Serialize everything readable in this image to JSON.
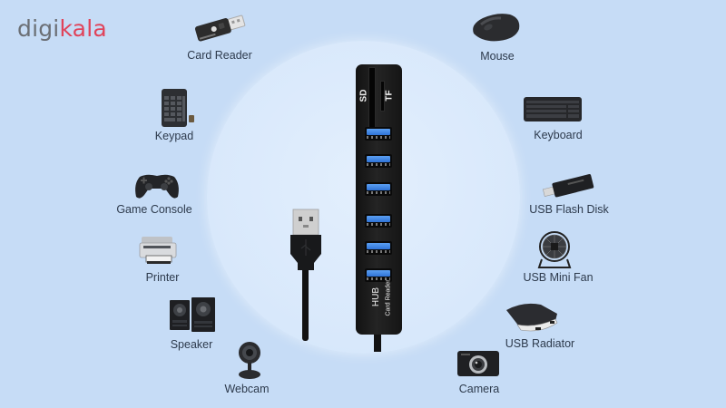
{
  "brand": {
    "logo_part1": "digi",
    "logo_part2": "kala",
    "colors": {
      "gray": "#6b6f75",
      "red": "#e0435a"
    }
  },
  "background": {
    "base": "#c6dcf6",
    "circle": "#dcebfc"
  },
  "product": {
    "name": "USB Hub with Card Reader",
    "slot_labels": [
      "SD",
      "TF"
    ],
    "body_text": [
      "HUB",
      "Card Reader"
    ],
    "usb_ports": 6,
    "port_color": "#3f86e6"
  },
  "devices_left": [
    {
      "label": "Card Reader",
      "icon": "card-reader-icon"
    },
    {
      "label": "Keypad",
      "icon": "keypad-icon"
    },
    {
      "label": "Game Console",
      "icon": "gamepad-icon"
    },
    {
      "label": "Printer",
      "icon": "printer-icon"
    },
    {
      "label": "Speaker",
      "icon": "speaker-icon"
    },
    {
      "label": "Webcam",
      "icon": "webcam-icon"
    }
  ],
  "devices_right": [
    {
      "label": "Mouse",
      "icon": "mouse-icon"
    },
    {
      "label": "Keyboard",
      "icon": "keyboard-icon"
    },
    {
      "label": "USB Flash Disk",
      "icon": "usb-flash-icon"
    },
    {
      "label": "USB Mini Fan",
      "icon": "fan-icon"
    },
    {
      "label": "USB Radiator",
      "icon": "laptop-cooler-icon"
    },
    {
      "label": "Camera",
      "icon": "camera-icon"
    }
  ]
}
